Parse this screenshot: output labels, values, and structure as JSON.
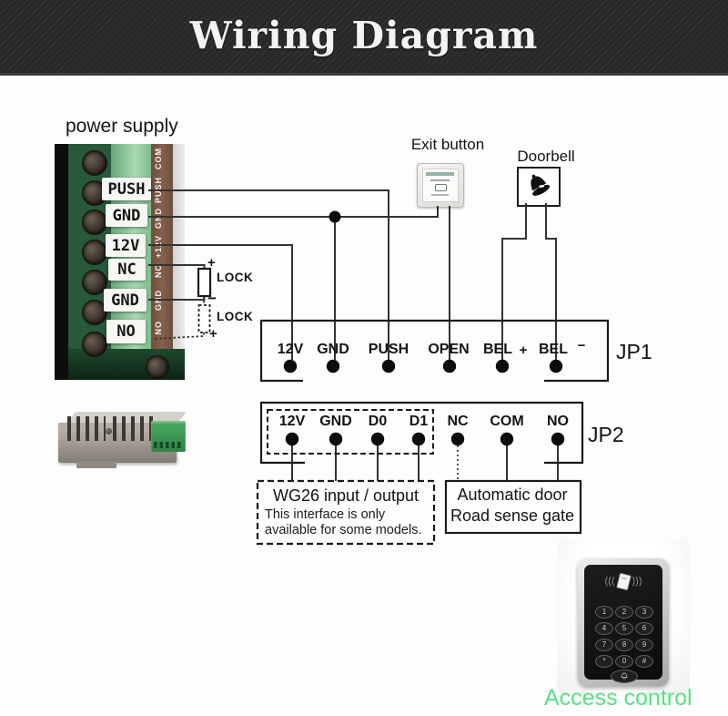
{
  "banner": {
    "title": "Wiring Diagram"
  },
  "power_supply": {
    "label": "power supply",
    "terminal_labels": [
      "PUSH",
      "GND",
      "12V",
      "NC",
      "GND",
      "NO"
    ],
    "pcb_strip_labels": [
      "COM",
      "PUSH",
      "GND",
      "+12V",
      "NC",
      "GND",
      "NO"
    ]
  },
  "exit_button": {
    "label": "Exit button"
  },
  "doorbell": {
    "label": "Doorbell"
  },
  "locks": {
    "lock1_label": "LOCK",
    "lock1_plus": "+",
    "lock1_minus": "−",
    "lock2_label": "LOCK",
    "lock2_plus": "+"
  },
  "jp1": {
    "name": "JP1",
    "terminals": [
      "12V",
      "GND",
      "PUSH",
      "OPEN",
      "BEL",
      "+",
      "BEL",
      "−"
    ]
  },
  "jp2": {
    "name": "JP2",
    "terminals": [
      "12V",
      "GND",
      "D0",
      "D1",
      "NC",
      "COM",
      "NO"
    ]
  },
  "wg26": {
    "title": "WG26 input / output",
    "note1": "This interface is only",
    "note2": "available for some models."
  },
  "auto_door": {
    "line1": "Automatic door",
    "line2": "Road sense gate"
  },
  "keypad": {
    "keys": [
      [
        "1",
        "2",
        "3"
      ],
      [
        "4",
        "5",
        "6"
      ],
      [
        "7",
        "8",
        "9"
      ],
      [
        "*",
        "0",
        "#"
      ]
    ],
    "caption": "Access control"
  },
  "colors": {
    "caption_green": "#55e285",
    "wire": "#333333"
  }
}
